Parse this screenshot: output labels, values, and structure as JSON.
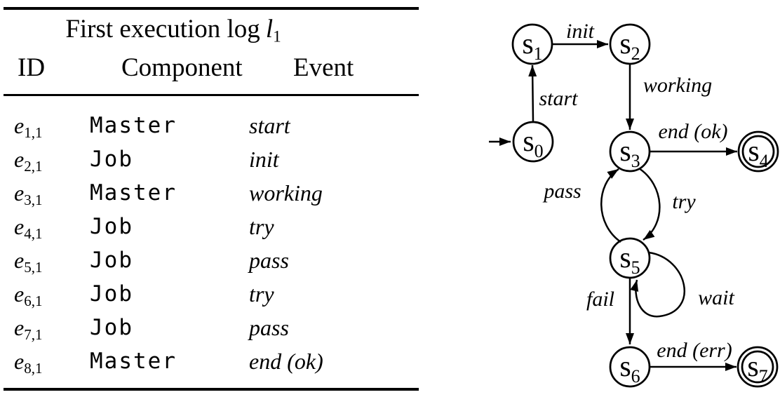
{
  "table": {
    "title": {
      "text": "First execution log",
      "var": "l",
      "var_sub": "1"
    },
    "columns": {
      "id": "ID",
      "component": "Component",
      "event": "Event"
    },
    "rows": [
      {
        "id_base": "e",
        "id_sub": "1,1",
        "component": "Master",
        "event": "start"
      },
      {
        "id_base": "e",
        "id_sub": "2,1",
        "component": "Job",
        "event": "init"
      },
      {
        "id_base": "e",
        "id_sub": "3,1",
        "component": "Master",
        "event": "working"
      },
      {
        "id_base": "e",
        "id_sub": "4,1",
        "component": "Job",
        "event": "try"
      },
      {
        "id_base": "e",
        "id_sub": "5,1",
        "component": "Job",
        "event": "pass"
      },
      {
        "id_base": "e",
        "id_sub": "6,1",
        "component": "Job",
        "event": "try"
      },
      {
        "id_base": "e",
        "id_sub": "7,1",
        "component": "Job",
        "event": "pass"
      },
      {
        "id_base": "e",
        "id_sub": "8,1",
        "component": "Master",
        "event": "end (ok)"
      }
    ]
  },
  "diagram": {
    "initial_state": "s0",
    "states": [
      {
        "base": "s",
        "sub": "0",
        "accepting": false
      },
      {
        "base": "s",
        "sub": "1",
        "accepting": false
      },
      {
        "base": "s",
        "sub": "2",
        "accepting": false
      },
      {
        "base": "s",
        "sub": "3",
        "accepting": false
      },
      {
        "base": "s",
        "sub": "4",
        "accepting": true
      },
      {
        "base": "s",
        "sub": "5",
        "accepting": false
      },
      {
        "base": "s",
        "sub": "6",
        "accepting": false
      },
      {
        "base": "s",
        "sub": "7",
        "accepting": true
      }
    ],
    "transitions": [
      {
        "from": "s0",
        "to": "s1",
        "label": "start"
      },
      {
        "from": "s1",
        "to": "s2",
        "label": "init"
      },
      {
        "from": "s2",
        "to": "s3",
        "label": "working"
      },
      {
        "from": "s3",
        "to": "s4",
        "label": "end (ok)"
      },
      {
        "from": "s3",
        "to": "s5",
        "label": "try"
      },
      {
        "from": "s5",
        "to": "s3",
        "label": "pass"
      },
      {
        "from": "s5",
        "to": "s5",
        "label": "wait"
      },
      {
        "from": "s5",
        "to": "s6",
        "label": "fail"
      },
      {
        "from": "s6",
        "to": "s7",
        "label": "end (err)"
      }
    ]
  },
  "colors": {
    "ink": "#000000",
    "background": "#ffffff"
  }
}
